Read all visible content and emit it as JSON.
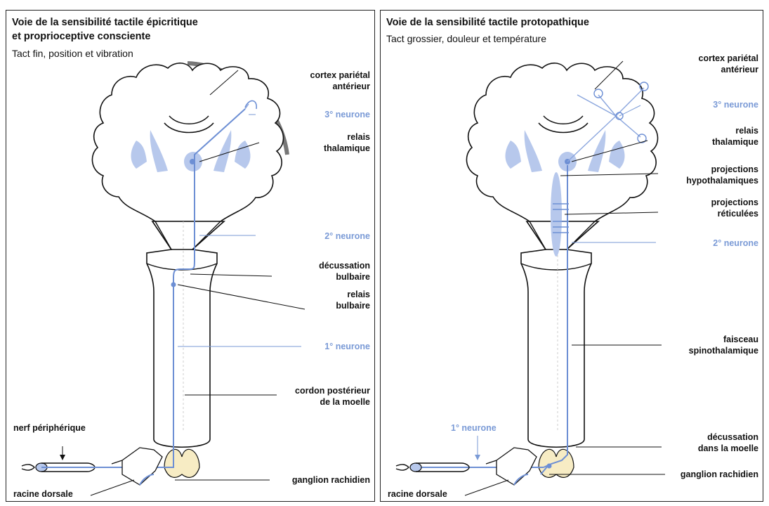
{
  "left": {
    "title_line1": "Voie de la sensibilité tactile épicritique",
    "title_line2": "et proprioceptive consciente",
    "subtitle": "Tact fin, position et vibration",
    "labels": {
      "cortex_1": "cortex pariétal",
      "cortex_2": "antérieur",
      "neuron3": "3° neurone",
      "relais_thal_1": "relais",
      "relais_thal_2": "thalamique",
      "neuron2": "2° neurone",
      "decussation_1": "décussation",
      "decussation_2": "bulbaire",
      "relais_bulb_1": "relais",
      "relais_bulb_2": "bulbaire",
      "neuron1": "1° neurone",
      "cordon_1": "cordon postérieur",
      "cordon_2": "de la moelle",
      "nerf": "nerf périphérique",
      "ganglion": "ganglion rachidien",
      "racine": "racine dorsale"
    }
  },
  "right": {
    "title": "Voie de la sensibilité tactile protopathique",
    "subtitle": "Tact grossier, douleur et température",
    "labels": {
      "cortex_1": "cortex pariétal",
      "cortex_2": "antérieur",
      "neuron3": "3° neurone",
      "relais_thal_1": "relais",
      "relais_thal_2": "thalamique",
      "hypo_1": "projections",
      "hypo_2": "hypothalamiques",
      "ret_1": "projections",
      "ret_2": "réticulées",
      "neuron2": "2° neurone",
      "faisceau_1": "faisceau",
      "faisceau_2": "spinothalamique",
      "neuron1": "1° neurone",
      "decussation_1": "décussation",
      "decussation_2": "dans la moelle",
      "ganglion": "ganglion rachidien",
      "racine": "racine dorsale"
    }
  },
  "colors": {
    "pathway": "#6d8fd4",
    "nuclei": "#b7c8ec",
    "grey_matter": "#f7ecc4",
    "cortex_arc": "#777777"
  }
}
